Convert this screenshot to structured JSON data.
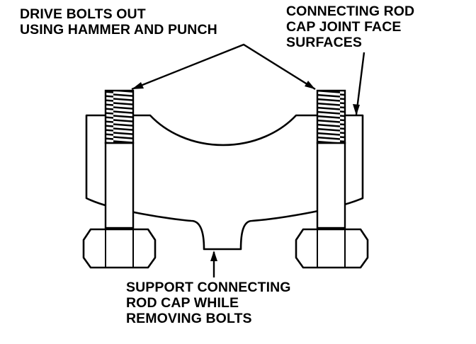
{
  "callouts": {
    "drive_bolts": [
      "DRIVE BOLTS OUT",
      "USING HAMMER AND PUNCH"
    ],
    "joint_faces": [
      "CONNECTING ROD",
      "CAP JOINT FACE",
      "SURFACES"
    ],
    "support_cap": [
      "SUPPORT CONNECTING",
      "ROD CAP WHILE",
      "REMOVING BOLTS"
    ]
  },
  "colors": {
    "ink": "#000000",
    "paper": "#ffffff"
  }
}
